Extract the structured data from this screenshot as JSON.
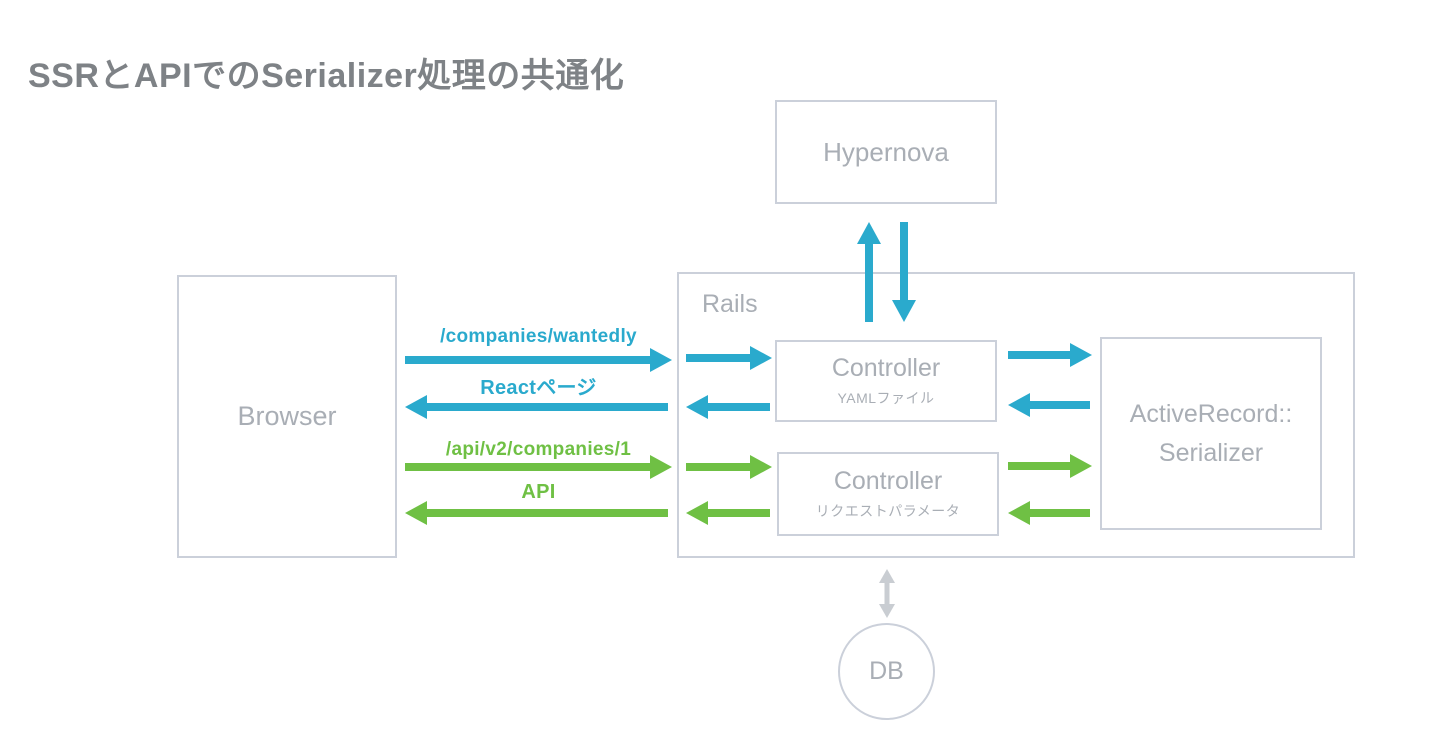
{
  "title": "SSRとAPIでのSerializer処理の共通化",
  "colors": {
    "ssr_blue": "#2aaacd",
    "api_green": "#6fc044",
    "box_border": "#cbd0da",
    "box_text": "#a9aeb5",
    "title_text": "#7e8286",
    "db_arrow_gray": "#c9cdd2"
  },
  "nodes": {
    "hypernova": {
      "label": "Hypernova"
    },
    "browser": {
      "label": "Browser"
    },
    "rails": {
      "label": "Rails"
    },
    "controller_ssr": {
      "title": "Controller",
      "subtitle": "YAMLファイル"
    },
    "controller_api": {
      "title": "Controller",
      "subtitle": "リクエストパラメータ"
    },
    "serializer": {
      "line1": "ActiveRecord::",
      "line2": "Serializer"
    },
    "db": {
      "label": "DB"
    }
  },
  "edges": {
    "ssr_request": "/companies/wantedly",
    "ssr_response": "Reactページ",
    "api_request": "/api/v2/companies/1",
    "api_response": "API"
  }
}
